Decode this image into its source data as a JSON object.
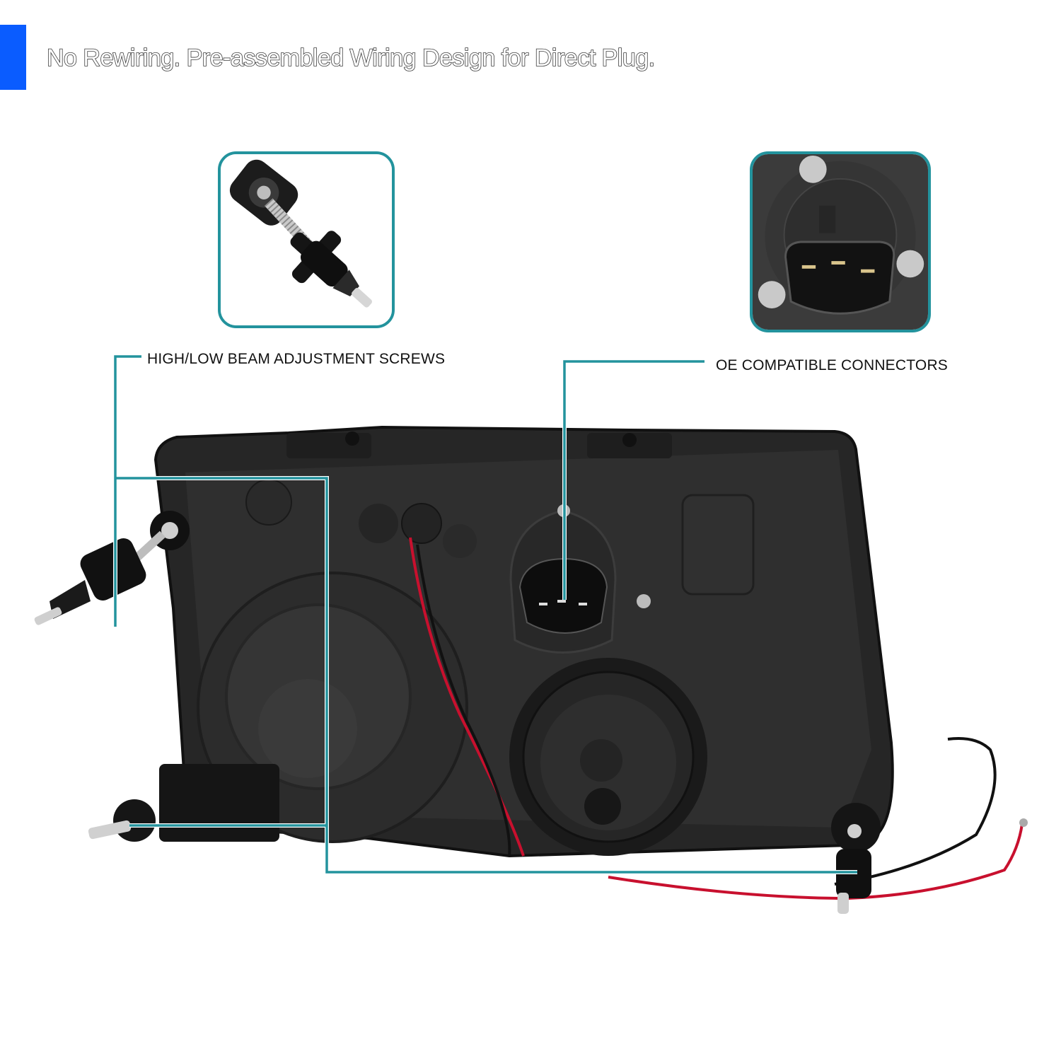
{
  "header": {
    "title": "No Rewiring. Pre-assembled Wiring Design for Direct Plug.",
    "accent_color": "#0a5cff"
  },
  "callouts": [
    {
      "label": "HIGH/LOW BEAM ADJUSTMENT SCREWS",
      "inset_icon": "adjustment-screw-icon"
    },
    {
      "label": "OE COMPATIBLE CONNECTORS",
      "inset_icon": "connector-plug-icon"
    }
  ],
  "colors": {
    "callout_line": "#23939d",
    "housing": "#2b2b2b",
    "wire_red": "#c8102e",
    "wire_black": "#111111"
  }
}
